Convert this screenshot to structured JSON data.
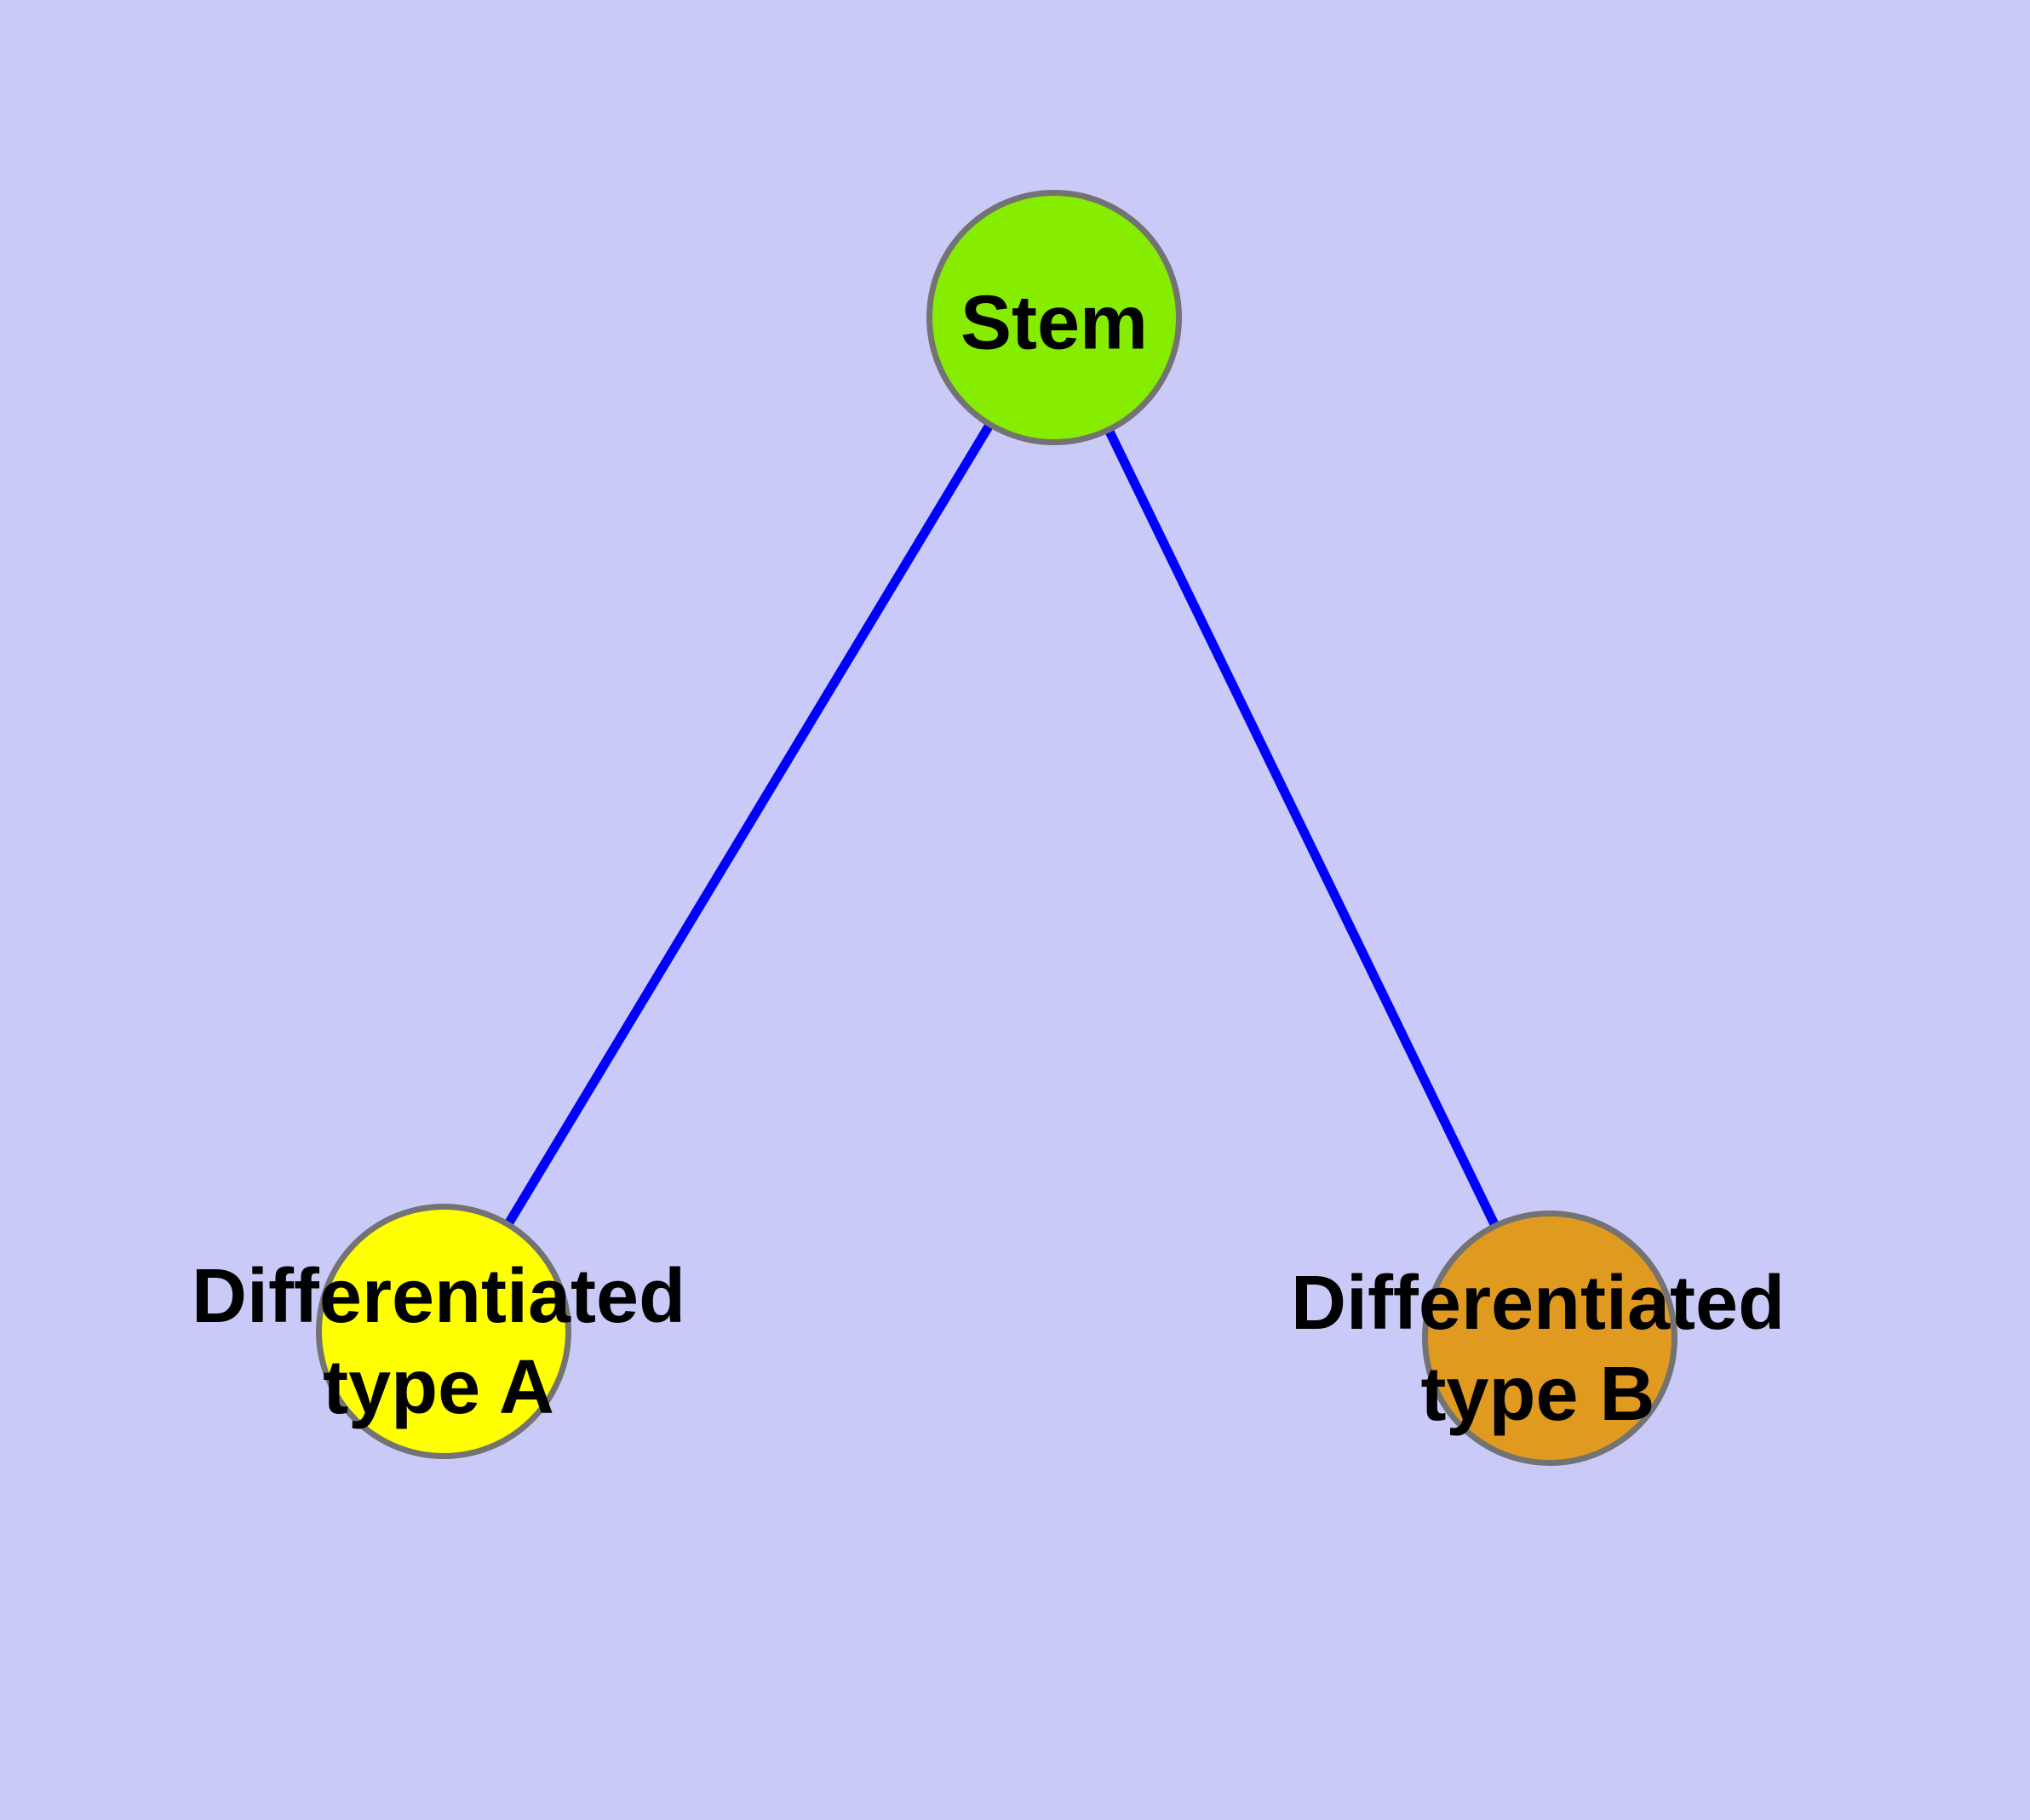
{
  "diagram": {
    "background_color": "#CACAF8",
    "edge_color": "#0000FF",
    "node_border_color": "#737373",
    "text_color": "#000000",
    "nodes": [
      {
        "id": "stem",
        "label": "Stem",
        "lines": [
          "Stem"
        ],
        "fill": "#86EC00"
      },
      {
        "id": "differentiated-type-a",
        "label": "Differentiated type A",
        "lines": [
          "Differentiated",
          "type A"
        ],
        "fill": "#FFFF00"
      },
      {
        "id": "differentiated-type-b",
        "label": "Differentiated type B",
        "lines": [
          "Differentiated",
          "type B"
        ],
        "fill": "#E09A20"
      }
    ],
    "edges": [
      {
        "from": "stem",
        "to": "differentiated-type-a"
      },
      {
        "from": "stem",
        "to": "differentiated-type-b"
      }
    ]
  }
}
